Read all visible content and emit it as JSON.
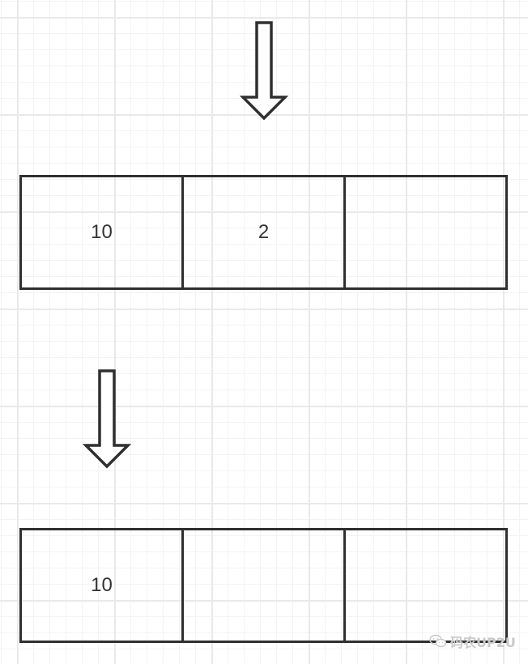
{
  "diagram": {
    "array_top": {
      "cells": [
        "10",
        "2",
        ""
      ]
    },
    "array_bottom": {
      "cells": [
        "10",
        "",
        ""
      ]
    }
  },
  "watermark": {
    "text": "码农UP2U",
    "icon": "wechat-icon",
    "color": "#c9c9c9"
  },
  "colors": {
    "stroke": "#2f2f2f",
    "text": "#333333",
    "grid_major": "#e9e9e9",
    "grid_minor": "#f3f3f3",
    "background": "#ffffff"
  }
}
